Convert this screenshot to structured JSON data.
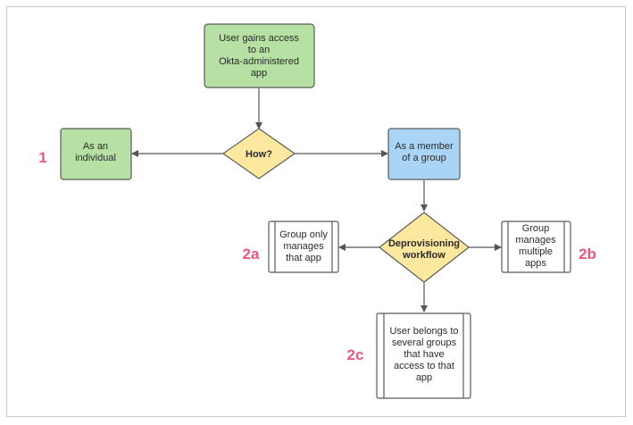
{
  "colors": {
    "green_fill": "#b6e0a4",
    "green_stroke": "#5a5a5a",
    "blue_fill": "#a9d4f5",
    "yellow_fill": "#fde8a0",
    "white_fill": "#ffffff",
    "arrow": "#555555",
    "label": "#e9587a"
  },
  "nodes": {
    "start": {
      "lines": [
        "User gains access",
        "to an",
        "Okta-administered",
        "app"
      ]
    },
    "how": {
      "lines": [
        "How?"
      ]
    },
    "individual": {
      "lines": [
        "As an",
        "individual"
      ]
    },
    "group_member": {
      "lines": [
        "As a member",
        "of a group"
      ]
    },
    "deprov": {
      "lines": [
        "Deprovisioning",
        "workflow"
      ]
    },
    "group_only": {
      "lines": [
        "Group only",
        "manages",
        "that app"
      ]
    },
    "group_multi": {
      "lines": [
        "Group",
        "manages",
        "multiple",
        "apps"
      ]
    },
    "several_groups": {
      "lines": [
        "User belongs to",
        "several groups",
        "that have",
        "access to that",
        "app"
      ]
    }
  },
  "labels": {
    "l1": "1",
    "l2a": "2a",
    "l2b": "2b",
    "l2c": "2c"
  }
}
